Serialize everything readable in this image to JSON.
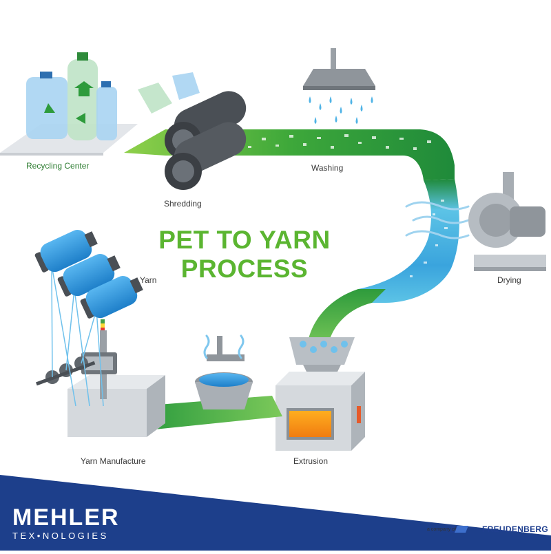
{
  "title": {
    "line1": "PET TO YARN",
    "line2": "PROCESS"
  },
  "steps": {
    "recycling": "Recycling Center",
    "shredding": "Shredding",
    "washing": "Washing",
    "drying": "Drying",
    "extrusion": "Extrusion",
    "yarn_manufacture": "Yarn Manufacture",
    "yarn": "Yarn"
  },
  "brand": {
    "line1": "MEHLER",
    "line2": "TEX•NOLOGIES"
  },
  "partner": {
    "prefix": "a company of",
    "name": "FREUDENBERG"
  },
  "colors": {
    "title": "#5bb531",
    "band": "#1d3f8b",
    "belt": "#3ea83a",
    "accent_blue": "#2f9be0"
  }
}
